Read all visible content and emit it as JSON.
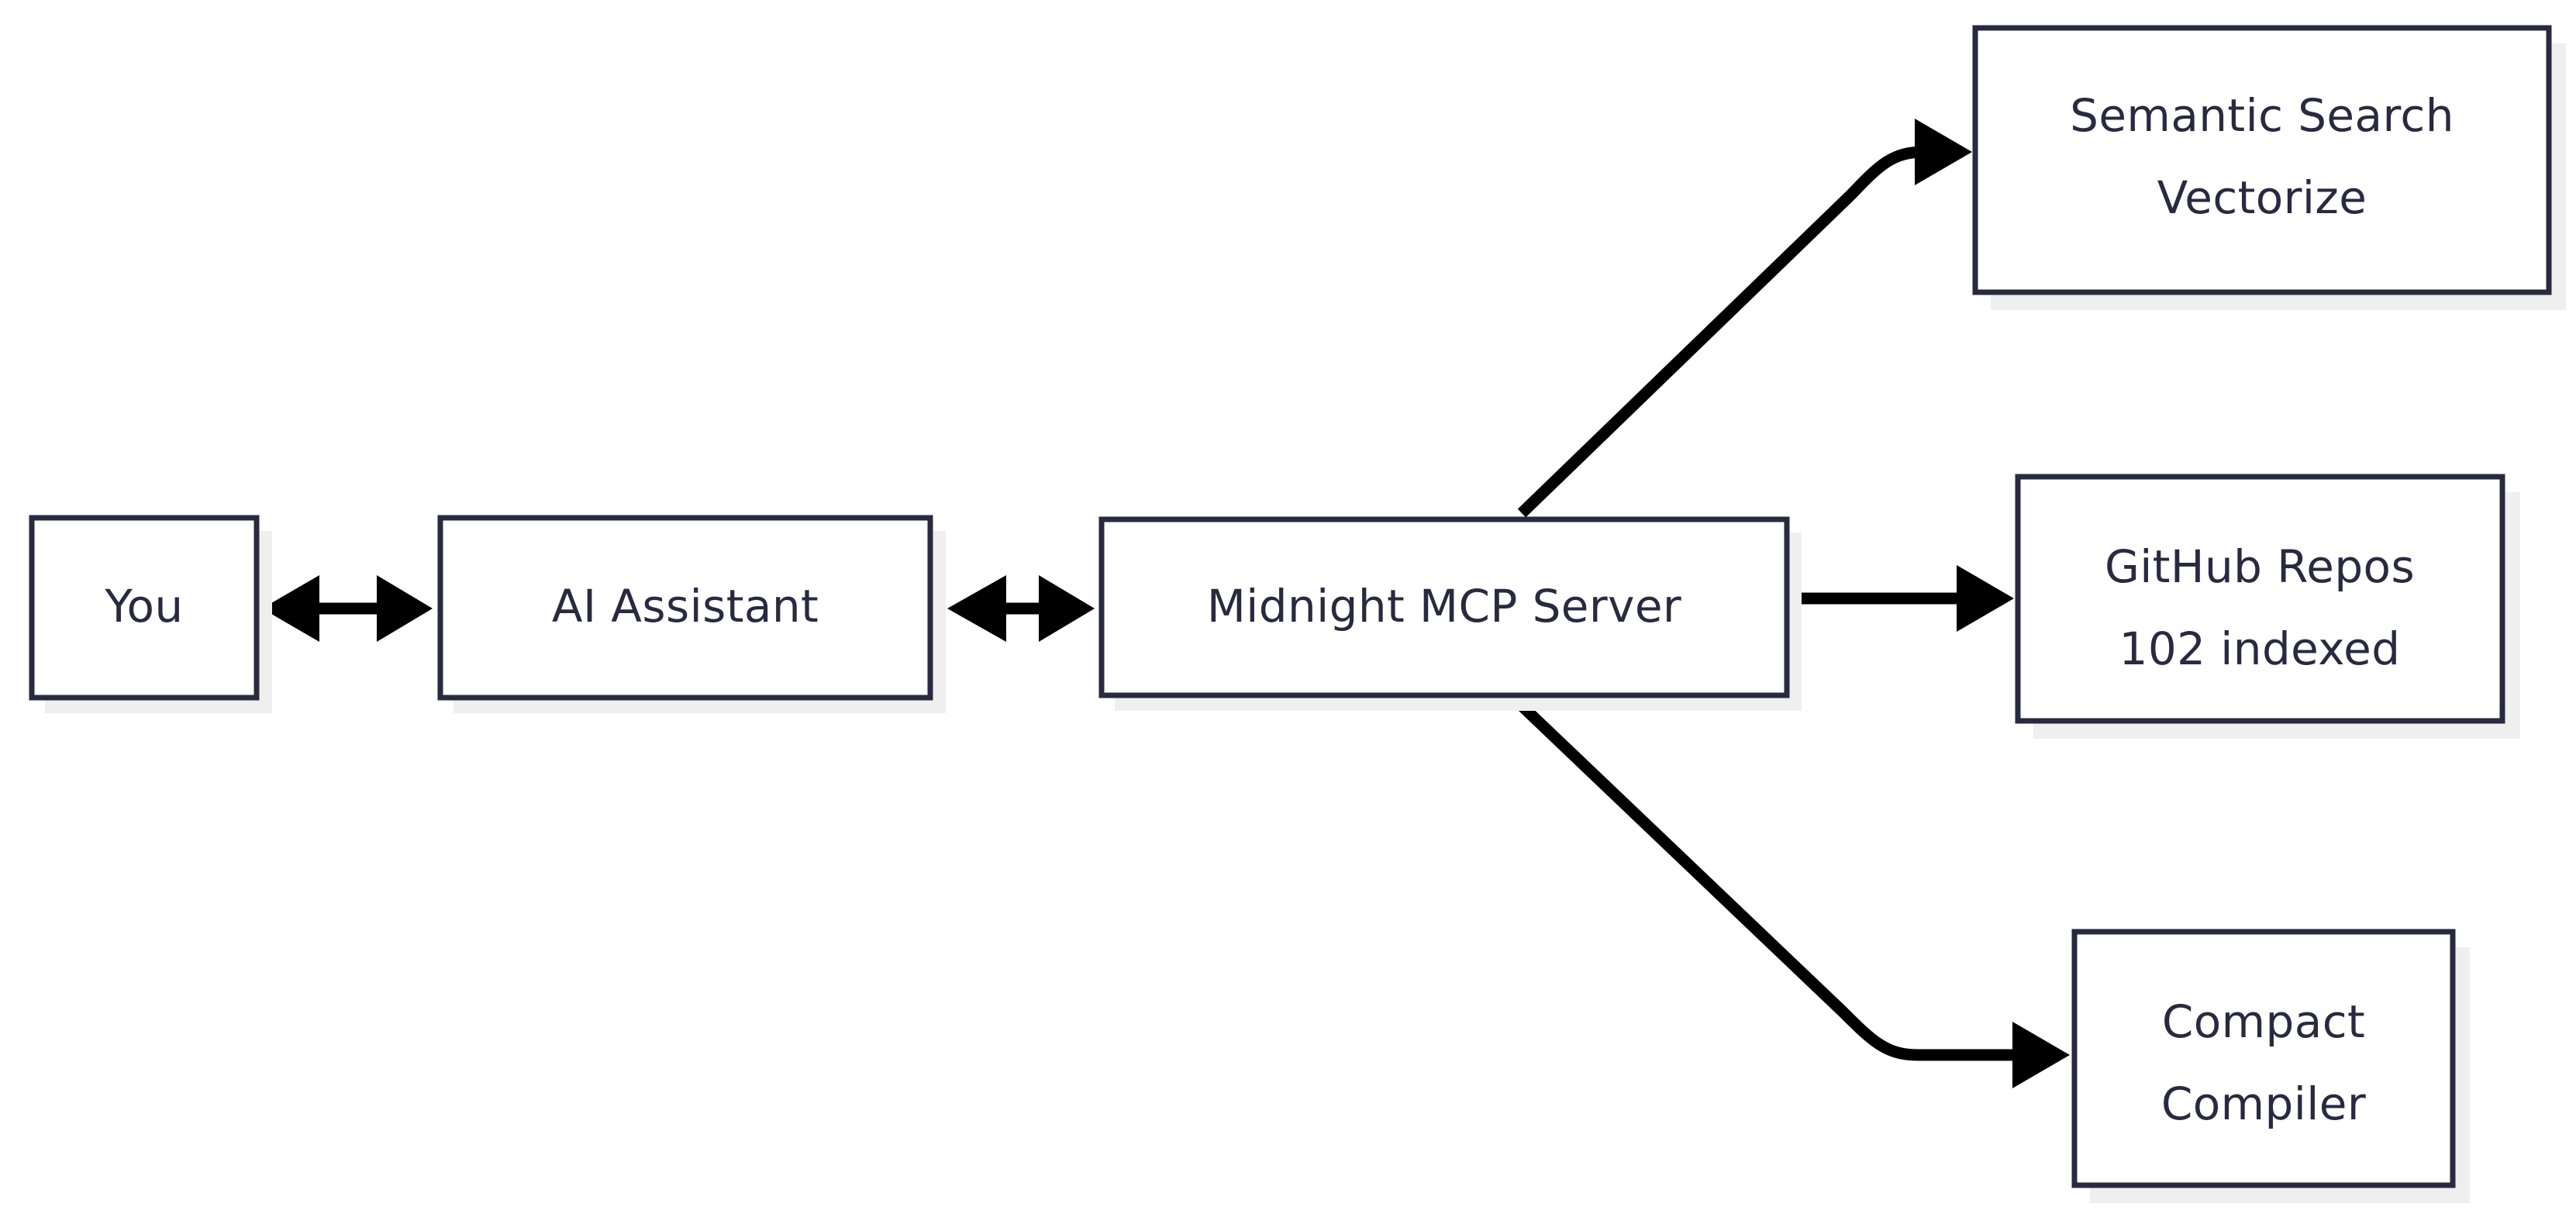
{
  "diagram": {
    "title": "Midnight MCP Server architecture flowchart",
    "type": "flowchart",
    "direction": "left-to-right",
    "colors": {
      "background": "#ffffff",
      "node_border": "#282a3f",
      "node_fill": "#ffffff",
      "node_shadow": "#efefef",
      "edge": "#000000",
      "text": "#282a3f"
    },
    "nodes": [
      {
        "id": "you",
        "label_lines": [
          "You"
        ],
        "line1": "You",
        "line2": ""
      },
      {
        "id": "ai-assistant",
        "label_lines": [
          "AI Assistant"
        ],
        "line1": "AI Assistant",
        "line2": ""
      },
      {
        "id": "midnight-mcp-server",
        "label_lines": [
          "Midnight MCP Server"
        ],
        "line1": "Midnight MCP Server",
        "line2": ""
      },
      {
        "id": "semantic-search",
        "label_lines": [
          "Semantic Search",
          "Vectorize"
        ],
        "line1": "Semantic Search",
        "line2": "Vectorize"
      },
      {
        "id": "github-repos",
        "label_lines": [
          "GitHub Repos",
          "102 indexed"
        ],
        "line1": "GitHub Repos",
        "line2": "102 indexed"
      },
      {
        "id": "compact-compiler",
        "label_lines": [
          "Compact",
          "Compiler"
        ],
        "line1": "Compact",
        "line2": "Compiler"
      }
    ],
    "edges": [
      {
        "id": "you-ai",
        "from": "you",
        "to": "ai-assistant",
        "arrow": "bidirectional",
        "label": ""
      },
      {
        "id": "ai-mcp",
        "from": "ai-assistant",
        "to": "midnight-mcp-server",
        "arrow": "bidirectional",
        "label": ""
      },
      {
        "id": "mcp-semantic",
        "from": "midnight-mcp-server",
        "to": "semantic-search",
        "arrow": "forward",
        "label": ""
      },
      {
        "id": "mcp-github",
        "from": "midnight-mcp-server",
        "to": "github-repos",
        "arrow": "forward",
        "label": ""
      },
      {
        "id": "mcp-compiler",
        "from": "midnight-mcp-server",
        "to": "compact-compiler",
        "arrow": "forward",
        "label": ""
      }
    ]
  }
}
